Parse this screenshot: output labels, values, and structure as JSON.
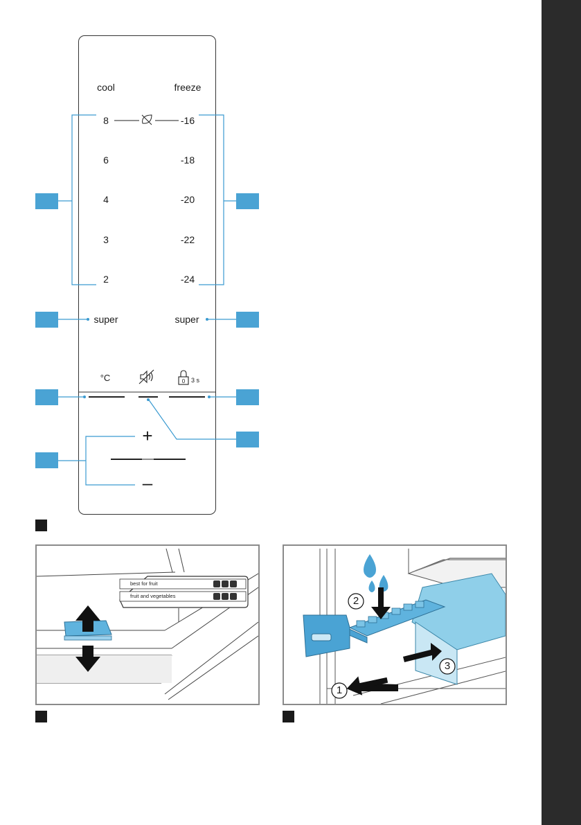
{
  "panel": {
    "cool_label": "cool",
    "freeze_label": "freeze",
    "cool_values": [
      "8",
      "6",
      "4",
      "3",
      "2"
    ],
    "freeze_values": [
      "-16",
      "-18",
      "-20",
      "-22",
      "-24"
    ],
    "super_left": "super",
    "super_right": "super",
    "celsius": "°C",
    "lock_time": "3 s",
    "plus": "+",
    "minus": "–"
  },
  "figure_left": {
    "label_fruit": "best for fruit",
    "label_fruit_veg": "fruit and vegetables"
  },
  "figure_right": {
    "step1": "1",
    "step2": "2",
    "step3": "3"
  },
  "colors": {
    "callout": "#4aa3d4",
    "callout_line": "#3a9ad0",
    "side_tab": "#2b2b2b",
    "ice": "#7cc4e6"
  }
}
